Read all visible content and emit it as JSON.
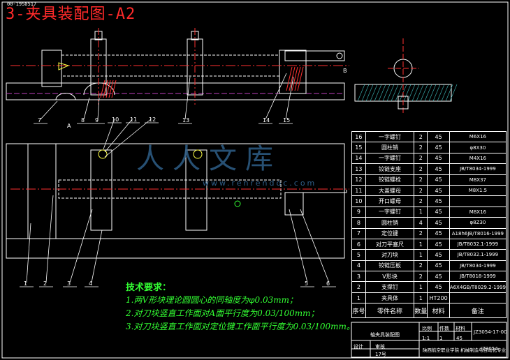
{
  "title": "3-夹具装配图-A2",
  "stamp": "00-19S0517",
  "watermark": {
    "text": "人人文库",
    "url": "www.renrendoc.com"
  },
  "section_labels": {
    "view_label_a": "A",
    "dim_b": "B"
  },
  "callouts_front": [
    "7",
    "8",
    "9",
    "13",
    "14",
    "15"
  ],
  "callouts_top": [
    "10",
    "11",
    "12"
  ],
  "callouts_plan": [
    "1",
    "2",
    "3",
    "4",
    "5",
    "6"
  ],
  "requirements": {
    "heading": "技术要求：",
    "lines": [
      "1.两V形块理论圆圆心的同轴度为φ0.03mm；",
      "2.对刀块竖直工作面对A面平行度为0.03/100mm；",
      "3.对刀块竖直工作面对定位键工作面平行度为0.03/100mm。"
    ]
  },
  "bom": {
    "rows": [
      {
        "no": "16",
        "name": "一字螺钉",
        "qty": "2",
        "mat": "45",
        "note": "M6X16"
      },
      {
        "no": "15",
        "name": "圆柱销",
        "qty": "2",
        "mat": "45",
        "note": "φ8X30"
      },
      {
        "no": "14",
        "name": "一字螺钉",
        "qty": "2",
        "mat": "45",
        "note": "M4X16"
      },
      {
        "no": "13",
        "name": "铰链支座",
        "qty": "2",
        "mat": "45",
        "note": "JB/T8034-1999"
      },
      {
        "no": "12",
        "name": "铰链螺栓",
        "qty": "2",
        "mat": "45",
        "note": "M8X37"
      },
      {
        "no": "11",
        "name": "大盖螺母",
        "qty": "2",
        "mat": "45",
        "note": "M8X1.5"
      },
      {
        "no": "10",
        "name": "开口螺母",
        "qty": "2",
        "mat": "45",
        "note": ""
      },
      {
        "no": "9",
        "name": "一字螺钉",
        "qty": "1",
        "mat": "45",
        "note": "M8X16"
      },
      {
        "no": "8",
        "name": "圆柱销",
        "qty": "4",
        "mat": "45",
        "note": "φ8Z30"
      },
      {
        "no": "7",
        "name": "定位键",
        "qty": "2",
        "mat": "45",
        "note": "A18h6JB/T8016-1999"
      },
      {
        "no": "6",
        "name": "对刀平塞尺",
        "qty": "1",
        "mat": "45",
        "note": "JB/T8032.1-1999"
      },
      {
        "no": "5",
        "name": "对刀块",
        "qty": "1",
        "mat": "45",
        "note": "JB/T8032.1-1999"
      },
      {
        "no": "4",
        "name": "铰链压板",
        "qty": "2",
        "mat": "45",
        "note": "JB/T8034-1999"
      },
      {
        "no": "3",
        "name": "V形块",
        "qty": "2",
        "mat": "45",
        "note": "JB/T8018-1999"
      },
      {
        "no": "2",
        "name": "支撑钉",
        "qty": "1",
        "mat": "45",
        "note": "A6X4GB/T8029.2-1999"
      },
      {
        "no": "1",
        "name": "夹具体",
        "qty": "1",
        "mat": "HT200",
        "note": ""
      }
    ],
    "header": {
      "no": "序号",
      "name": "零件名称",
      "qty": "数量",
      "mat": "材料",
      "note": "备注"
    }
  },
  "title_block": {
    "drawing_name": "轴夹具装配图",
    "code": "JZ3054-17-00",
    "scale_label": "比例",
    "scale": "1:1",
    "qty_label": "件数",
    "qty": "1",
    "weight_label": "材料",
    "material": "45",
    "designer_label": "设计",
    "checker_label": "审核",
    "page": "17号",
    "school": "陕西航空职业学院  机械制造与自动化专业",
    "class_code": "JZ3054"
  },
  "colors": {
    "outline": "#ffffff",
    "center": "#ff3030",
    "hatch": "#ff3030",
    "section": "#c040c0",
    "green": "#33ff33",
    "yellow": "#ffff44",
    "cyan": "#40c0c0"
  }
}
